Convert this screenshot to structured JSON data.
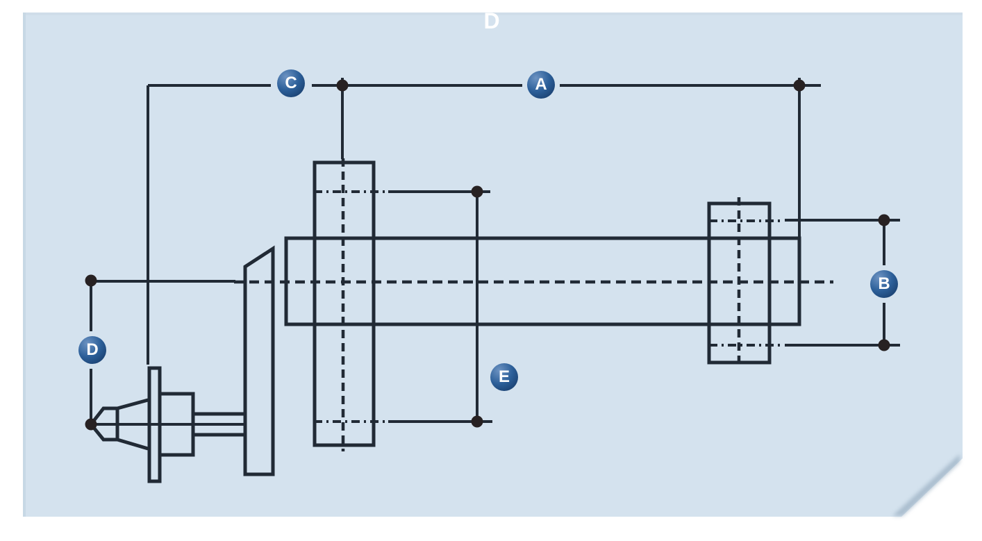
{
  "title": {
    "label": "D"
  },
  "badges": {
    "a": {
      "label": "A"
    },
    "b": {
      "label": "B"
    },
    "c": {
      "label": "C"
    },
    "d": {
      "label": "D"
    },
    "e": {
      "label": "E"
    }
  },
  "colors": {
    "page_background": "#ffffff",
    "sheet_background": "#d4e2ee",
    "line": "#212a35",
    "dot": "#272122",
    "badge_gradient_light": "#6d93c2",
    "badge_gradient_mid": "#2c5f99",
    "badge_gradient_dark": "#12335f",
    "badge_letter": "#ffffff",
    "title_letter": "#ffffff"
  }
}
